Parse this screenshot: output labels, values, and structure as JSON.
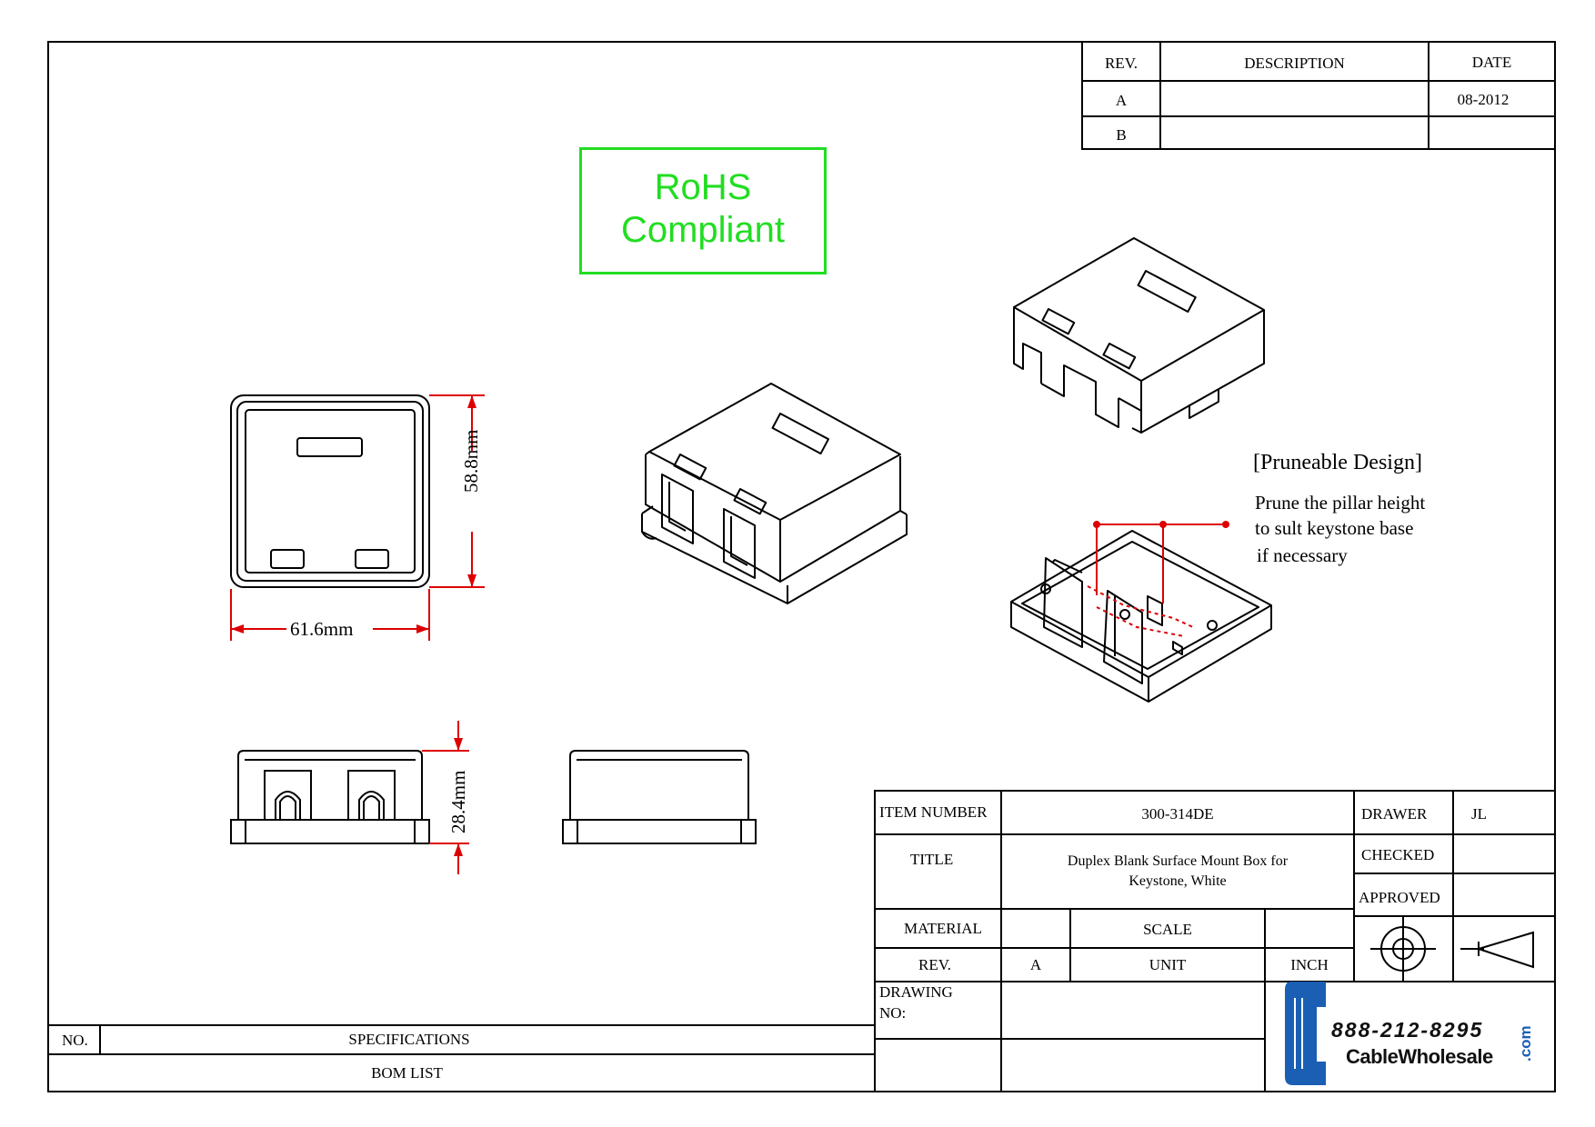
{
  "revision_table": {
    "headers": {
      "rev": "REV.",
      "description": "DESCRIPTION",
      "date": "DATE"
    },
    "rows": [
      {
        "rev": "A",
        "description": "",
        "date": "08-2012"
      },
      {
        "rev": "B",
        "description": "",
        "date": ""
      }
    ]
  },
  "rohs": {
    "line1": "RoHS",
    "line2": "Compliant",
    "color": "#22dd22"
  },
  "dimensions": {
    "width": "61.6mm",
    "depth": "58.8mm",
    "height": "28.4mm",
    "color": "#dd0000"
  },
  "note": {
    "heading": "[Pruneable Design]",
    "lines": [
      "Prune the pillar height",
      "to sult keystone base",
      "if necessary"
    ]
  },
  "title_block": {
    "item_number_label": "ITEM NUMBER",
    "item_number": "300-314DE",
    "drawer_label": "DRAWER",
    "drawer": "JL",
    "title_label": "TITLE",
    "title_line1": "Duplex Blank Surface Mount Box for",
    "title_line2": "Keystone, White",
    "checked_label": "CHECKED",
    "approved_label": "APPROVED",
    "material_label": "MATERIAL",
    "scale_label": "SCALE",
    "rev_label": "REV.",
    "rev_value": "A",
    "unit_label": "UNIT",
    "unit_value": "INCH",
    "drawing_no_label_1": "DRAWING",
    "drawing_no_label_2": "NO:"
  },
  "spec_table": {
    "no_label": "NO.",
    "specifications_label": "SPECIFICATIONS",
    "bom_label": "BOM LIST"
  },
  "logo": {
    "phone": "888-212-8295",
    "name": "CableWholesale",
    "suffix": ".com",
    "color": "#1a5fb4"
  }
}
